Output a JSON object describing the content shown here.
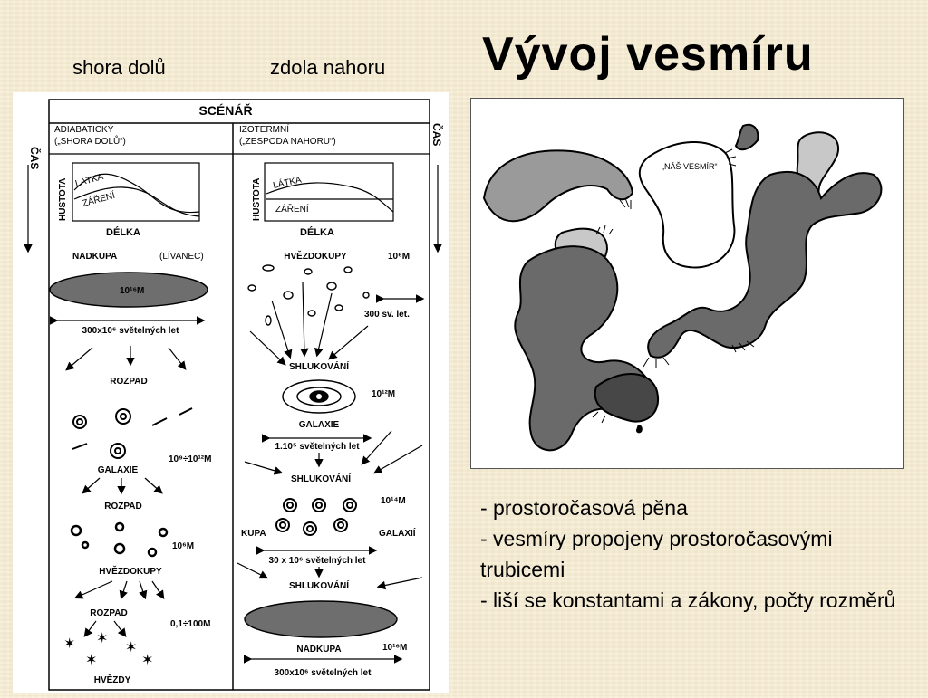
{
  "slide": {
    "title": "Vývoj vesmíru",
    "left_label": "shora dolů",
    "right_label": "zdola nahoru",
    "bullets": [
      "- prostoročasová pěna",
      "- vesmíry propojeny prostoročasovými trubicemi",
      "- liší se konstantami a zákony, počty rozměrů"
    ]
  },
  "diagram": {
    "header": "SCÉNÁŘ",
    "time_label": "ČAS",
    "left": {
      "heading1": "ADIABATICKÝ",
      "heading2": "(„SHORA DOLŮ“)",
      "axis_y": "HUSTOTA",
      "axis_x": "DÉLKA",
      "curve_matter": "LÁTKA",
      "curve_radiation": "ZÁŘENÍ",
      "supercluster": "NADKUPA",
      "pancake": "(LÍVANEC)",
      "mass1": "10¹⁶M",
      "size1": "300x10⁶ světelných let",
      "decay1": "ROZPAD",
      "galaxy": "GALAXIE",
      "mass2": "10⁹÷10¹²M",
      "decay2": "ROZPAD",
      "mass3": "10⁶M",
      "clusters": "HVĚZDOKUPY",
      "decay3": "ROZPAD",
      "mass4": "0,1÷100M",
      "stars": "HVĚZDY"
    },
    "right": {
      "heading1": "IZOTERMNÍ",
      "heading2": "(„ZESPODA NAHORU“)",
      "axis_y": "HUSTOTA",
      "axis_x": "DÉLKA",
      "curve_matter": "LÁTKA",
      "curve_radiation": "ZÁŘENÍ",
      "clusters": "HVĚZDOKUPY",
      "mass1": "10⁶M",
      "size1": "300 sv. let.",
      "clustering1": "SHLUKOVÁNÍ",
      "mass2": "10¹²M",
      "galaxy": "GALAXIE",
      "size2": "1.10⁵ světelných let",
      "clustering2": "SHLUKOVÁNÍ",
      "mass3": "10¹⁴M",
      "cluster_of": "KUPA",
      "galaxies": "GALAXIÍ",
      "size3": "30 x 10⁶ světelných let",
      "clustering3": "SHLUKOVÁNÍ",
      "supercluster": "NADKUPA",
      "mass4": "10¹⁶M",
      "size4": "300x10⁶ světelných let"
    },
    "foam_label": "„NÁŠ VESMÍR“"
  }
}
